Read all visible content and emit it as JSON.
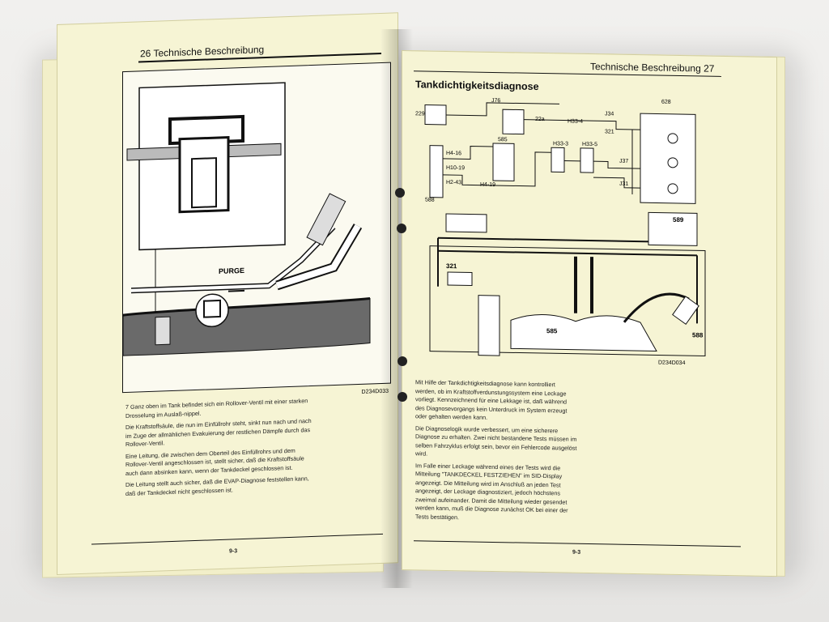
{
  "left_page": {
    "header": "26  Technische Beschreibung",
    "diagram": {
      "purge_label": "PURGE",
      "code": "D234D033"
    },
    "paragraphs": [
      "7 Ganz oben im Tank befindet sich ein Rollover-Ventil mit einer starken Drosselung im Auslaß-nippel.",
      "Die Kraftstoffsäule, die nun im Einfüllrohr steht, sinkt nun nach und nach im Zuge der allmählichen Evakuierung der restlichen Dämpfe durch das Rollover-Ventil.",
      "Eine Leitung, die zwischen dem Oberteil des Einfüllrohrs und dem Rollover-Ventil angeschlossen ist, stellt sicher, daß die Kraftstoffsäule auch dann absinken kann, wenn der Tankdeckel geschlossen ist.",
      "Die Leitung stellt auch sicher, daß die EVAP-Diagnose feststellen kann, daß der Tankdeckel nicht geschlossen ist."
    ],
    "footer": "9-3"
  },
  "right_page": {
    "header": "Technische Beschreibung  27",
    "title": "Tankdichtigkeitsdiagnose",
    "wiring_labels": [
      "229",
      "J76",
      "22a",
      "H33-4",
      "J34",
      "321",
      "628",
      "H4-16",
      "585",
      "H33-3",
      "H33-5",
      "H10-19",
      "J37",
      "H2-43",
      "H4-19",
      "J31",
      "588"
    ],
    "diagram_labels": [
      "589",
      "321",
      "585",
      "588"
    ],
    "diagram_code": "D234D034",
    "paragraphs": [
      "Mit Hilfe der Tankdichtigkeitsdiagnose kann kontrolliert werden, ob im Kraftstoffverdunstungssystem eine Leckage vorliegt. Kennzeichnend für eine Lekkage ist, daß während des Diagnosevorgangs kein Unterdruck im System erzeugt oder gehalten werden kann.",
      "Die Diagnoselogik wurde verbessert, um eine sicherere Diagnose zu erhalten. Zwei nicht bestandene Tests müssen im selben Fahrzyklus erfolgt sein, bevor ein Fehlercode ausgelöst wird.",
      "Im Falle einer Leckage während eines der Tests wird die Mitteilung \"TANKDECKEL FESTZIEHEN\" im SID-Display angezeigt. Die Mitteilung wird im Anschluß an jeden Test angezeigt, der Leckage diagnostiziert, jedoch höchstens zweimal aufeinander. Damit die Mitteilung wieder gesendet werden kann, muß die Diagnose zunächst OK bei einer der Tests bestätigen."
    ],
    "footer": "9-3"
  }
}
